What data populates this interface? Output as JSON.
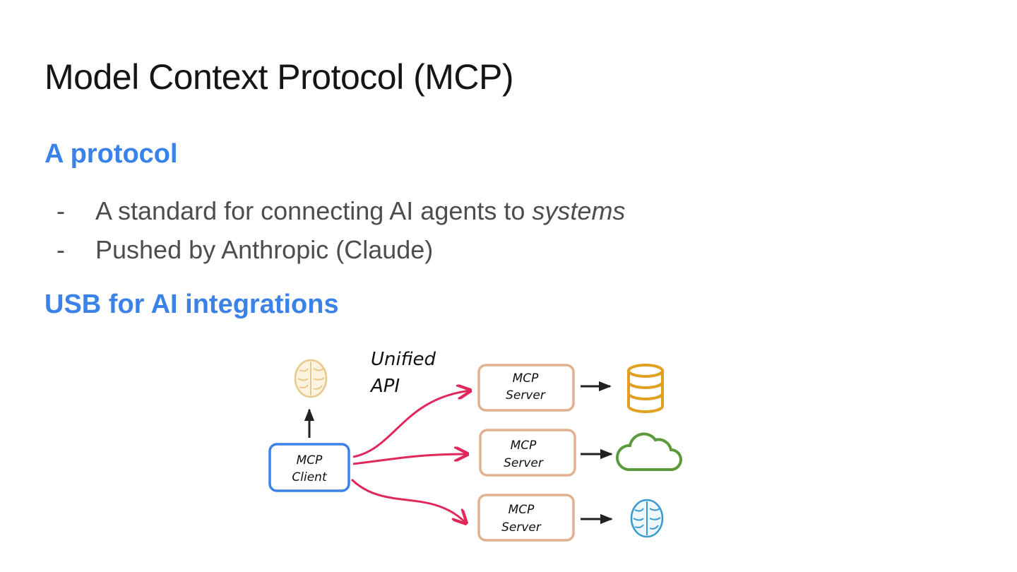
{
  "slide": {
    "title": "Model Context Protocol (MCP)",
    "section1_heading": "A protocol",
    "bullets": [
      {
        "dash": "-",
        "text": "A standard for connecting AI agents to ",
        "emphasis": "systems"
      },
      {
        "dash": "-",
        "text": "Pushed by Anthropic (Claude)",
        "emphasis": ""
      }
    ],
    "section2_heading": "USB for AI integrations"
  },
  "diagram": {
    "unified_api_line1": "Unified",
    "unified_api_line2": "API",
    "client_line1": "MCP",
    "client_line2": "Client",
    "servers": [
      {
        "line1": "MCP",
        "line2": "Server",
        "target_icon": "database-icon"
      },
      {
        "line1": "MCP",
        "line2": "Server",
        "target_icon": "cloud-icon"
      },
      {
        "line1": "MCP",
        "line2": "Server",
        "target_icon": "brain-icon"
      }
    ],
    "client_model_icon": "brain-icon",
    "colors": {
      "accent_heading": "#3b82e8",
      "client_border": "#3b82e8",
      "server_border": "#e3b08f",
      "arrow_red": "#e0285a",
      "database": "#e0a020",
      "cloud": "#5a9a3a",
      "brain_top": "#e8c98a",
      "brain_bottom": "#3a9bd0"
    }
  }
}
